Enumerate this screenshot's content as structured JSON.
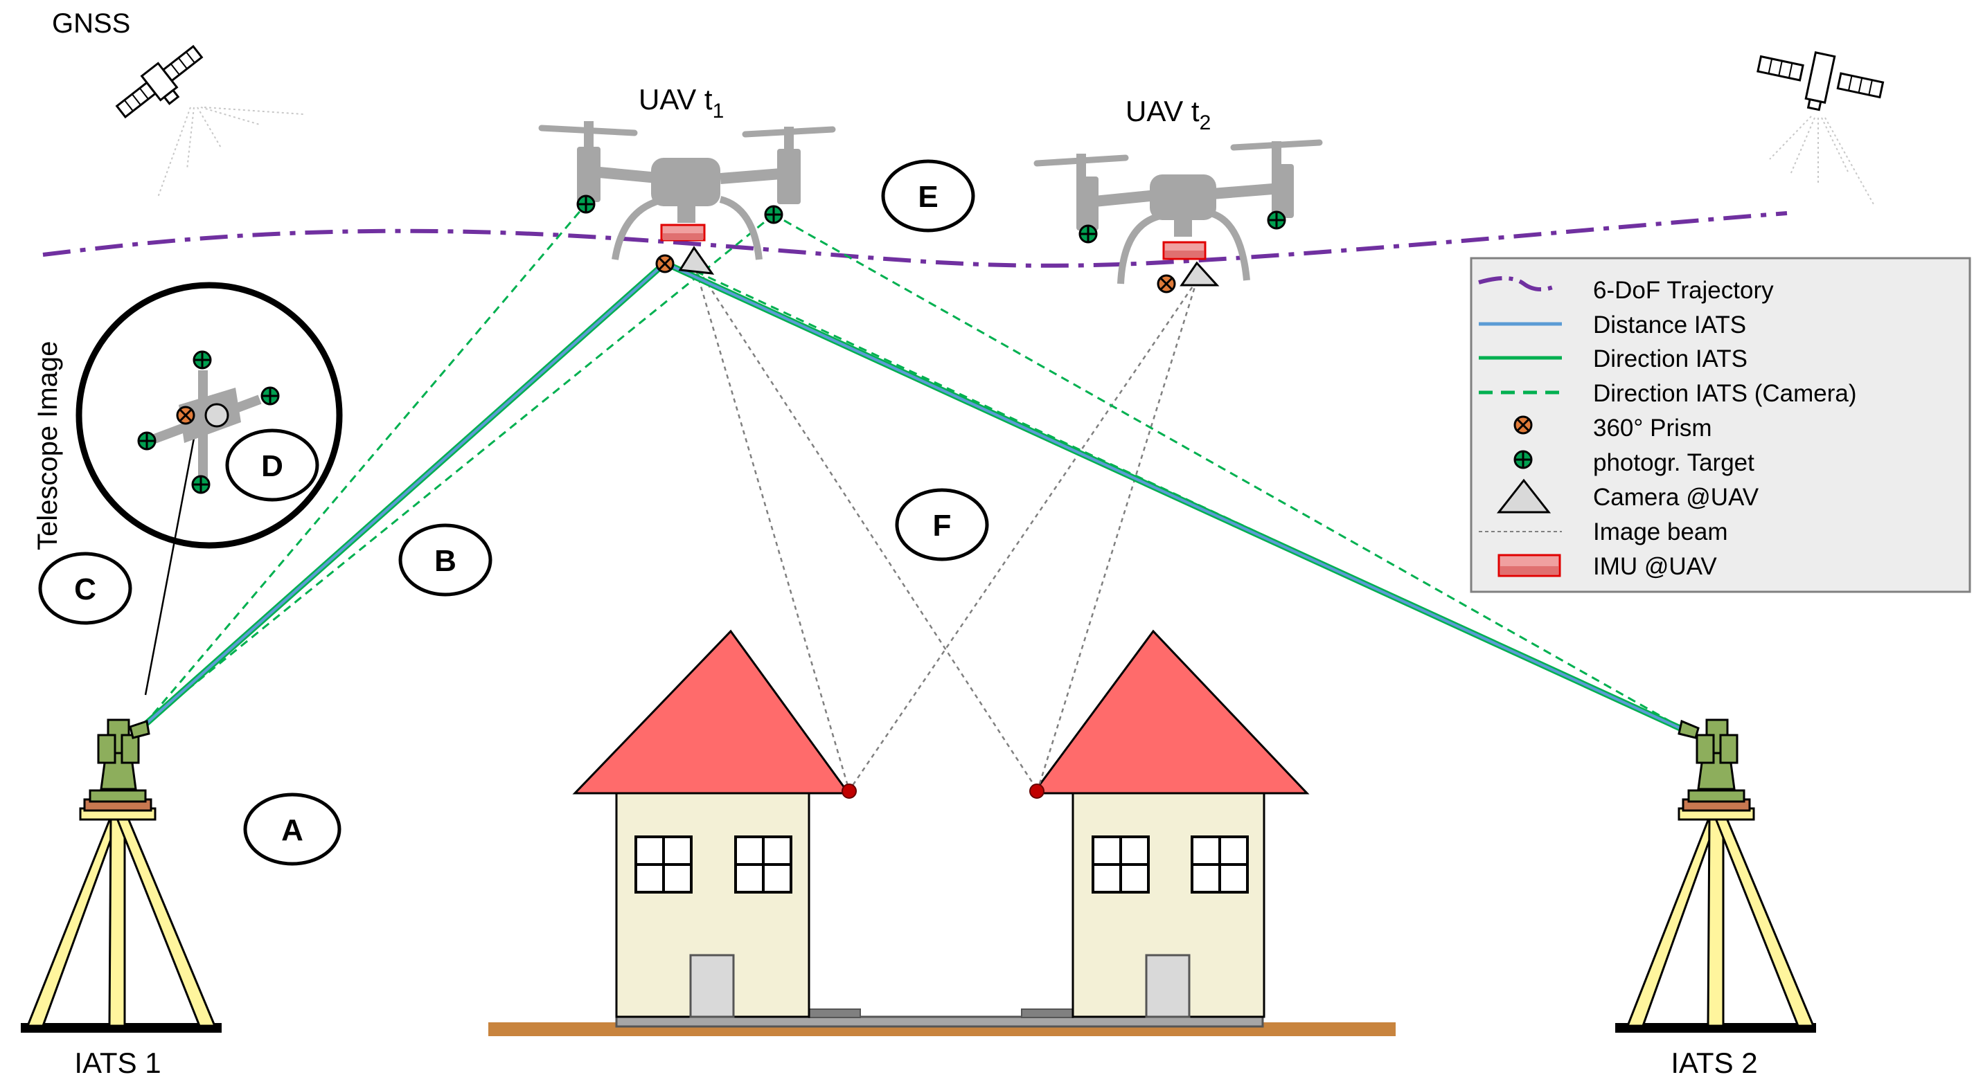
{
  "labels": {
    "gnss": "GNSS",
    "uav_t1_main": "UAV t",
    "uav_t1_sub": "1",
    "uav_t2_main": "UAV t",
    "uav_t2_sub": "2",
    "telescope_image": "Telescope Image",
    "iats1": "IATS 1",
    "iats2": "IATS 2"
  },
  "circle_labels": {
    "A": "A",
    "B": "B",
    "C": "C",
    "D": "D",
    "E": "E",
    "F": "F"
  },
  "legend": {
    "items": [
      {
        "label": "6-DoF Trajectory"
      },
      {
        "label": "Distance IATS"
      },
      {
        "label": "Direction IATS"
      },
      {
        "label": "Direction IATS (Camera)"
      },
      {
        "label": "360° Prism"
      },
      {
        "label": "photogr. Target"
      },
      {
        "label": "Camera @UAV"
      },
      {
        "label": "Image beam"
      },
      {
        "label": "IMU @UAV"
      }
    ]
  },
  "colors": {
    "trajectory": "#7030A0",
    "distance": "#5B9BD5",
    "direction": "#00B050",
    "direction_camera": "#00B050",
    "prism": "#E07B39",
    "target": "#00A050",
    "roof": "#FF6B6B",
    "wall": "#F3F0D6",
    "ground": "#C8843E",
    "drone": "#A6A6A6",
    "imu": "#E05050",
    "tripod_leg": "#FFF59D",
    "instrument": "#8DAE5C"
  }
}
